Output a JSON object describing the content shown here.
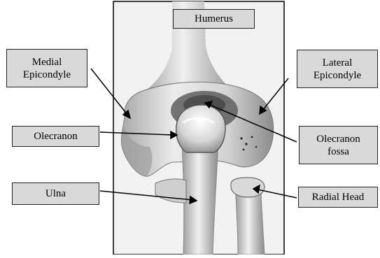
{
  "labels": {
    "humerus": "Humerus",
    "medial_epicondyle": [
      "Medial",
      "Epicondyle"
    ],
    "lateral_epicondyle": [
      "Lateral",
      "Epicondyle"
    ],
    "olecranon": "Olecranon",
    "olecranon_fossa": [
      "Olecranon",
      "fossa"
    ],
    "ulna": "Ulna",
    "radial_head": "Radial Head"
  },
  "colors": {
    "label_fill": "#d9d9d9",
    "pointer": "#000000",
    "bone_light": "#eeeeee",
    "bone_shadow": "#8a8a8a",
    "photo_bg": "#f2f2f2"
  }
}
